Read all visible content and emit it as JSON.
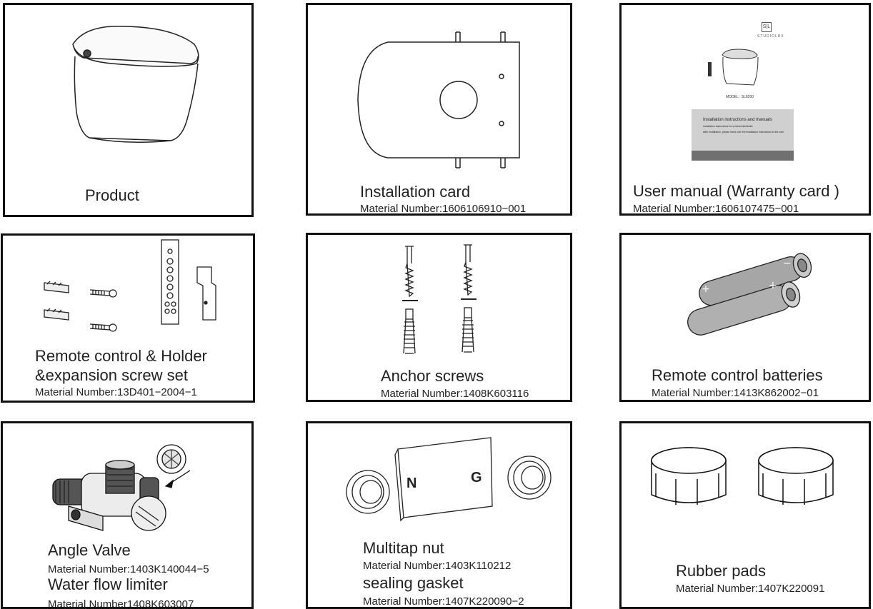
{
  "cards": [
    {
      "title": "Product"
    },
    {
      "title": "Installation card",
      "material": "Material Number:1606106910−001"
    },
    {
      "title": "User manual (Warranty card )",
      "material": "Material Number:1606107475−001",
      "manual": {
        "brand": "STUDIOLUX",
        "logo": "S|L",
        "model": "MODEL : SL8200",
        "heading": "Installation instructions and manuals",
        "line1": "Installation instructions for sl-ideal toilet/bidet",
        "line2": "After installation, please hand over the installation instructions to the user."
      }
    },
    {
      "title": "Remote control & Holder",
      "title2": "&expansion screw set",
      "material": "Material Number:13D401−2004−1"
    },
    {
      "title": "Anchor screws",
      "material": "Material Number:1408K603116"
    },
    {
      "title": "Remote control batteries",
      "material": "Material Number:1413K862002−01",
      "battery_sign_plus": "+",
      "battery_sign_minus": "−"
    },
    {
      "title": "Angle Valve",
      "material": "Material Number:1403K140044−5",
      "title2": "Water flow limiter",
      "material2": "Material Number1408K603007"
    },
    {
      "title": "Multitap nut",
      "material": "Material Number:1403K110212",
      "title2": "sealing gasket",
      "material2": "Material Number:1407K220090−2",
      "nut_labels": [
        "N",
        "G"
      ]
    },
    {
      "title": "Rubber pads",
      "material": "Material Number:1407K220091"
    }
  ]
}
